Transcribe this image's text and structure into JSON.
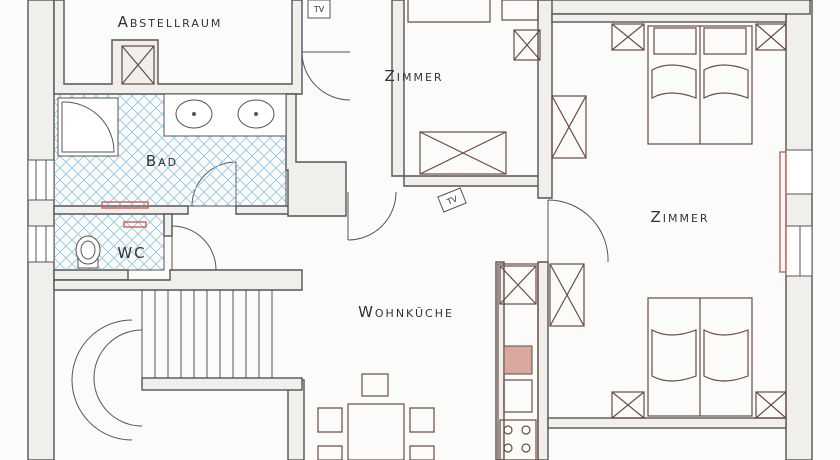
{
  "rooms": {
    "abstellraum": "Abstellraum",
    "zimmer_top": "Zimmer",
    "bad": "Bad",
    "wc": "WC",
    "zimmer_right": "Zimmer",
    "wohnkueche": "Wohnküche"
  },
  "appliances": {
    "tv_1": "TV",
    "tv_2": "TV"
  },
  "colors": {
    "wall_stroke": "#555555",
    "tile_hatch": "#8ec8e8",
    "furniture": "#6a4a44",
    "radiator": "#d45a5a"
  }
}
